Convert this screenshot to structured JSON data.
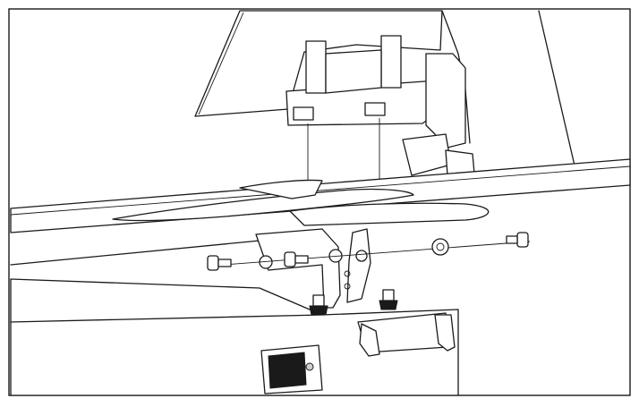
{
  "figure": {
    "kind": "assembly-exploded-view",
    "parts": [
      {
        "id": "fairing-panel",
        "icon": "fairing-panel-icon"
      },
      {
        "id": "servo-mount-block",
        "icon": "servo-mount-icon"
      },
      {
        "id": "fuselage-tube",
        "icon": "tube-icon"
      },
      {
        "id": "wing-fillet",
        "icon": "fillet-icon"
      },
      {
        "id": "horn-bracket",
        "icon": "bracket-icon"
      },
      {
        "id": "pivot-bolt-left",
        "icon": "bolt-icon"
      },
      {
        "id": "pivot-bolt-center",
        "icon": "bolt-icon"
      },
      {
        "id": "pivot-nut-right",
        "icon": "nut-icon"
      },
      {
        "id": "pivot-bolt-right",
        "icon": "bolt-icon"
      },
      {
        "id": "mount-screw-left",
        "icon": "screw-icon"
      },
      {
        "id": "mount-screw-right",
        "icon": "screw-icon"
      },
      {
        "id": "lower-housing",
        "icon": "housing-icon"
      },
      {
        "id": "access-cover",
        "icon": "cover-icon"
      }
    ],
    "colors": {
      "line": "#1a1a1a",
      "background": "#ffffff",
      "fill": "#ffffff",
      "shade": "#cfcfcf"
    }
  }
}
